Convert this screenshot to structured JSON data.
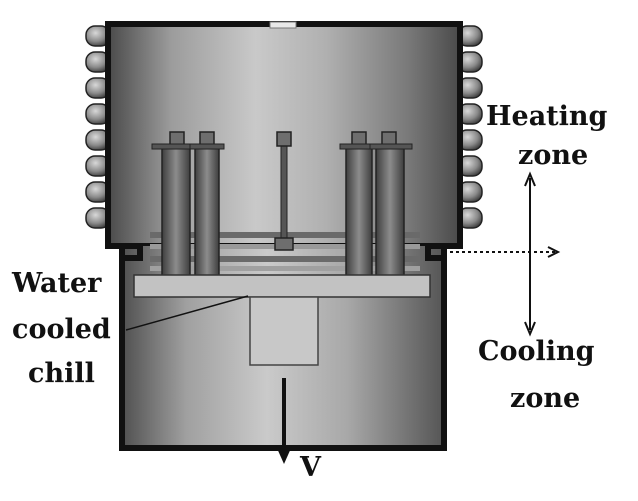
{
  "labels": {
    "heating_line1": "Heating",
    "heating_line2": "zone",
    "cooling_line1": "Cooling",
    "cooling_line2": "zone",
    "chill_line1": "Water",
    "chill_line2": "cooled",
    "chill_line3": "chill",
    "velocity": "V"
  },
  "colors": {
    "outline": "#111111",
    "coil": "#8a8a8a",
    "furnace_light": "#b5b5b5",
    "furnace_dark": "#555555",
    "chill_plate": "#bdbdbd",
    "chill_block": "#c8c8c8",
    "mold_dark": "#4a4a4a",
    "mold_light": "#9a9a9a"
  },
  "icons": {
    "heating_coils": "coil-loops",
    "translation_arrow": "double-headed-vertical-arrow",
    "withdrawal_arrow": "down-arrow"
  }
}
